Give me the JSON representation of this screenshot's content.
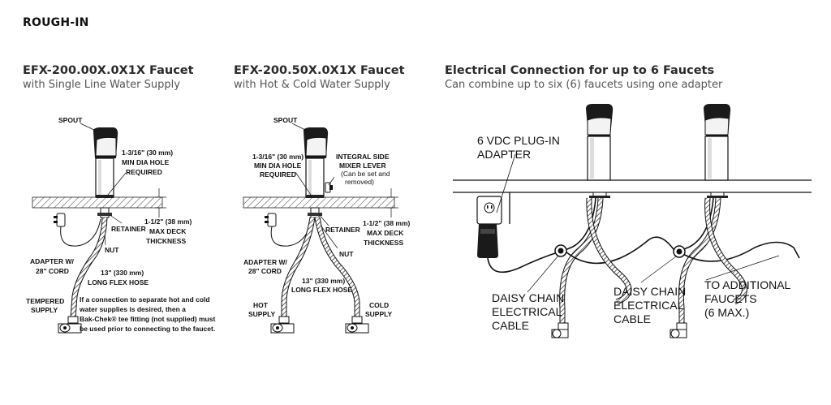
{
  "header": {
    "title": "ROUGH-IN"
  },
  "panels": [
    {
      "title": "EFX-200.00X.0X1X Faucet",
      "subtitle": "with Single Line Water Supply",
      "labels": {
        "spout": "SPOUT",
        "hole_1": "1-3/16\" (30 mm)",
        "hole_2": "MIN DIA HOLE",
        "hole_3": "REQUIRED",
        "retainer": "RETAINER",
        "deck_1": "1-1/2\" (38 mm)",
        "deck_2": "MAX DECK",
        "deck_3": "THICKNESS",
        "nut": "NUT",
        "adapter_1": "ADAPTER W/",
        "adapter_2": "28\" CORD",
        "hose_1": "13\" (330 mm)",
        "hose_2": "LONG FLEX HOSE",
        "tempered_1": "TEMPERED",
        "tempered_2": "SUPPLY",
        "note_1": "If a connection to separate hot and cold",
        "note_2": "water supplies is desired, then a",
        "note_3": "Bak-Chek® tee fitting (not supplied) must",
        "note_4": "be used prior to connecting to the faucet."
      }
    },
    {
      "title": "EFX-200.50X.0X1X Faucet",
      "subtitle": "with Hot & Cold Water Supply",
      "labels": {
        "spout": "SPOUT",
        "hole_1": "1-3/16\" (30 mm)",
        "hole_2": "MIN DIA HOLE",
        "hole_3": "REQUIRED",
        "lever_1": "INTEGRAL SIDE",
        "lever_2": "MIXER LEVER",
        "lever_3": "(Can be set and",
        "lever_4": "removed)",
        "retainer": "RETAINER",
        "deck_1": "1-1/2\" (38 mm)",
        "deck_2": "MAX DECK",
        "deck_3": "THICKNESS",
        "nut": "NUT",
        "adapter_1": "ADAPTER W/",
        "adapter_2": "28\" CORD",
        "hose_1": "13\" (330 mm)",
        "hose_2": "LONG FLEX HOSE",
        "hot_1": "HOT",
        "hot_2": "SUPPLY",
        "cold_1": "COLD",
        "cold_2": "SUPPLY"
      }
    },
    {
      "title": "Electrical Connection for up to 6 Faucets",
      "subtitle": "Can combine up to six (6) faucets using one adapter",
      "labels": {
        "plug_1": "6 VDC PLUG-IN",
        "plug_2": "ADAPTER",
        "daisy1_1": "DAISY CHAIN",
        "daisy1_2": "ELECTRICAL",
        "daisy1_3": "CABLE",
        "daisy2_1": "DAISY CHAIN",
        "daisy2_2": "ELECTRICAL",
        "daisy2_3": "CABLE",
        "addl_1": "TO ADDITIONAL",
        "addl_2": "FAUCETS",
        "addl_3": "(6 MAX.)"
      }
    }
  ]
}
